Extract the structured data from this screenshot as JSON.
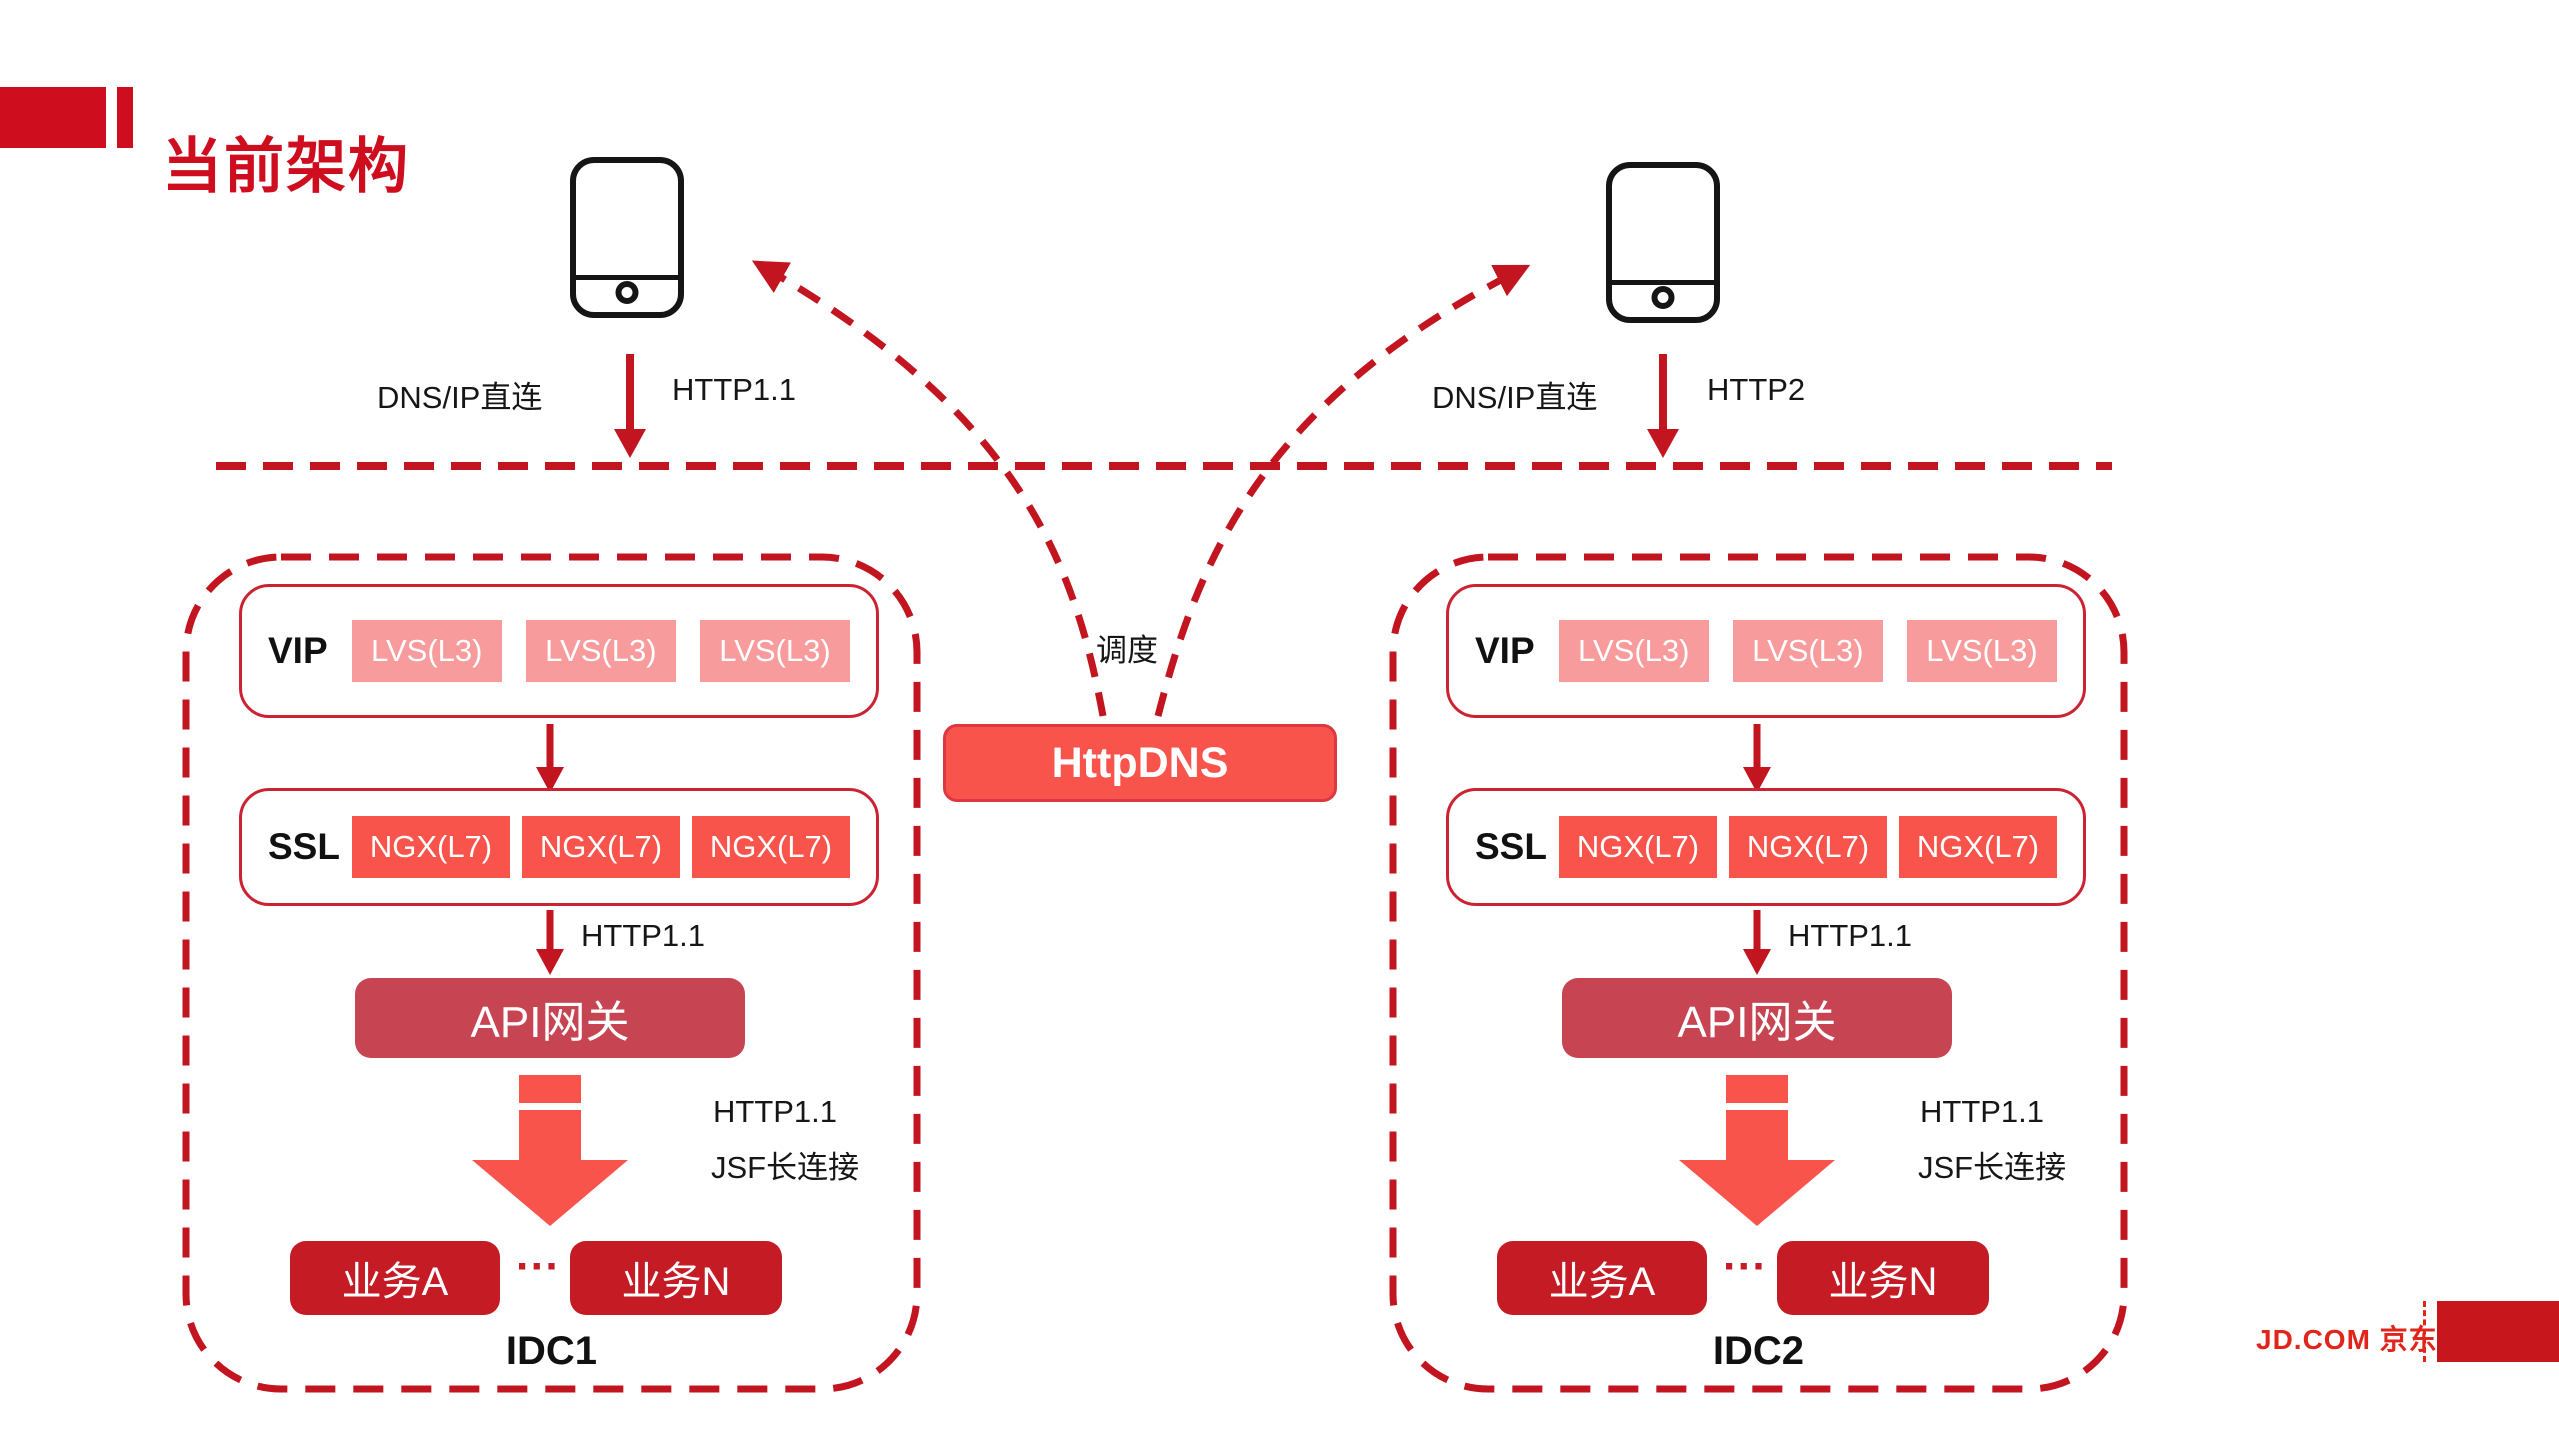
{
  "title": {
    "text": "当前架构"
  },
  "clients": {
    "left": {
      "direct_label": "DNS/IP直连",
      "protocol_label": "HTTP1.1"
    },
    "right": {
      "direct_label": "DNS/IP直连",
      "protocol_label": "HTTP2"
    }
  },
  "center": {
    "scheduling_label": "调度",
    "httpdns_label": "HttpDNS"
  },
  "idcs": [
    {
      "name": "IDC1",
      "vip": {
        "label": "VIP",
        "nodes": [
          "LVS(L3)",
          "LVS(L3)",
          "LVS(L3)"
        ]
      },
      "ssl": {
        "label": "SSL",
        "nodes": [
          "NGX(L7)",
          "NGX(L7)",
          "NGX(L7)"
        ]
      },
      "ssl_to_gateway_label": "HTTP1.1",
      "gateway_label": "API网关",
      "gateway_to_services_labels": [
        "HTTP1.1",
        "JSF长连接"
      ],
      "services": {
        "first": "业务A",
        "ellipsis": "···",
        "last": "业务N"
      }
    },
    {
      "name": "IDC2",
      "vip": {
        "label": "VIP",
        "nodes": [
          "LVS(L3)",
          "LVS(L3)",
          "LVS(L3)"
        ]
      },
      "ssl": {
        "label": "SSL",
        "nodes": [
          "NGX(L7)",
          "NGX(L7)",
          "NGX(L7)"
        ]
      },
      "ssl_to_gateway_label": "HTTP1.1",
      "gateway_label": "API网关",
      "gateway_to_services_labels": [
        "HTTP1.1",
        "JSF长连接"
      ],
      "services": {
        "first": "业务A",
        "ellipsis": "···",
        "last": "业务N"
      }
    }
  ],
  "footer": {
    "logo_text": "JD.COM 京东"
  },
  "colors": {
    "brand": "#CE0E1F",
    "line": "#C2151F",
    "coral": "#F9544C",
    "pink": "#F89B9C",
    "rose": "#C74553",
    "service": "#C41B25",
    "jd": "#E1251B",
    "ink": "#161616"
  }
}
